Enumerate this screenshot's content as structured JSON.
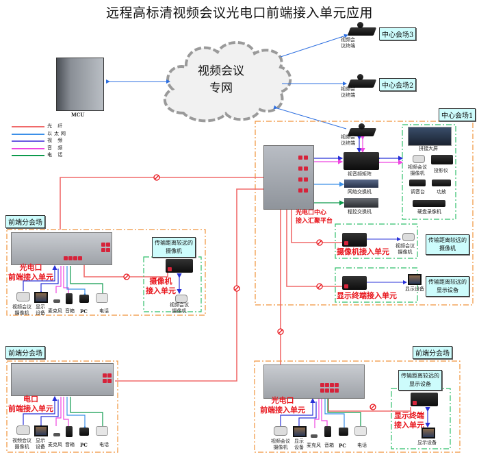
{
  "title": "远程高标清视频会议光电口前端接入单元应用",
  "cloud": {
    "line1": "视频会议",
    "line2": "专网"
  },
  "mcu_label": "MCU",
  "legend": [
    {
      "label": "光 纤",
      "color": "#f06a6a"
    },
    {
      "label": "以太网",
      "color": "#3b8fe8"
    },
    {
      "label": "视 频",
      "color": "#6a5ae0"
    },
    {
      "label": "音 频",
      "color": "#ee44e0"
    },
    {
      "label": "电 话",
      "color": "#0c9a4c"
    }
  ],
  "colors": {
    "fiber": "#f06a6a",
    "fiber_dark": "#e8141b",
    "ethernet": "#3b8fe8",
    "video": "#2830d8",
    "audio": "#ee44e0",
    "phone": "#0c9a4c",
    "site_border": "#f0923a",
    "group_border": "#2fbf6a",
    "tag_bg": "#cdfcfc"
  },
  "centers": {
    "site3": {
      "tag": "中心会场3",
      "terminal": "视频会\n议终端"
    },
    "site2": {
      "tag": "中心会场2",
      "terminal": "视频会\n议终端"
    },
    "site1": {
      "tag": "中心会场1",
      "terminal": "视频会\n议终端",
      "matrix": "视音频矩阵",
      "switch": "网络交换机",
      "pbx": "程控交换机",
      "platform": "光电口中心\n接入汇聚平台",
      "display_group": [
        "拼接大屏",
        "视频会议\n摄像机",
        "投影仪",
        "调音台",
        "功放",
        "硬盘录像机"
      ],
      "camera_unit": {
        "label": "摄像机接入单元",
        "device": "视频会议\n摄像机",
        "note": "传输距离较远的\n摄像机"
      },
      "display_unit": {
        "label": "显示终端接入单元",
        "device": "显示设备",
        "note": "传输距离较远的\n显示设备"
      }
    }
  },
  "branches": [
    {
      "tag": "前端分会场",
      "unit_label": "光电口\n前端接入单元",
      "devices": [
        "视频会议\n摄像机",
        "显示\n设备",
        "麦克风",
        "音箱",
        "PC",
        "电话"
      ],
      "remote": {
        "note": "传输距离较远的\n摄像机",
        "label": "摄像机\n接入单元",
        "device": "视频会议\n摄像机"
      }
    },
    {
      "tag": "前端分会场",
      "unit_label": "电口\n前端接入单元",
      "devices": [
        "视频会议\n摄像机",
        "显示\n设备",
        "麦克风",
        "音箱",
        "PC",
        "电话"
      ]
    },
    {
      "tag": "前端分会场",
      "unit_label": "光电口\n前端接入单元",
      "devices": [
        "视频会议\n摄像机",
        "显示\n设备",
        "麦克风",
        "音箱",
        "PC",
        "电话"
      ],
      "remote": {
        "note": "传输距离较远的\n显示设备",
        "label": "显示终端\n接入单元",
        "device": "显示设备"
      }
    }
  ]
}
